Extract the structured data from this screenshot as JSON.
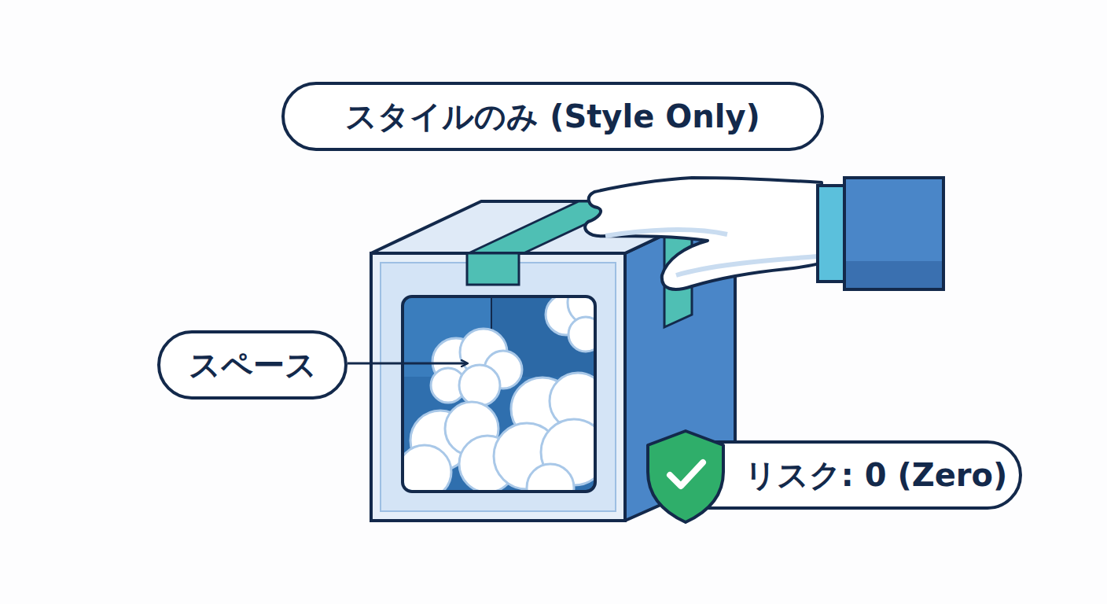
{
  "diagram": {
    "nodes": [
      {
        "text": [
          "スタイルのみ (Style Only)"
        ]
      },
      {
        "text": [
          "スペース"
        ]
      },
      {
        "text": [
          "リスク: 0 (Zero)"
        ]
      }
    ]
  }
}
